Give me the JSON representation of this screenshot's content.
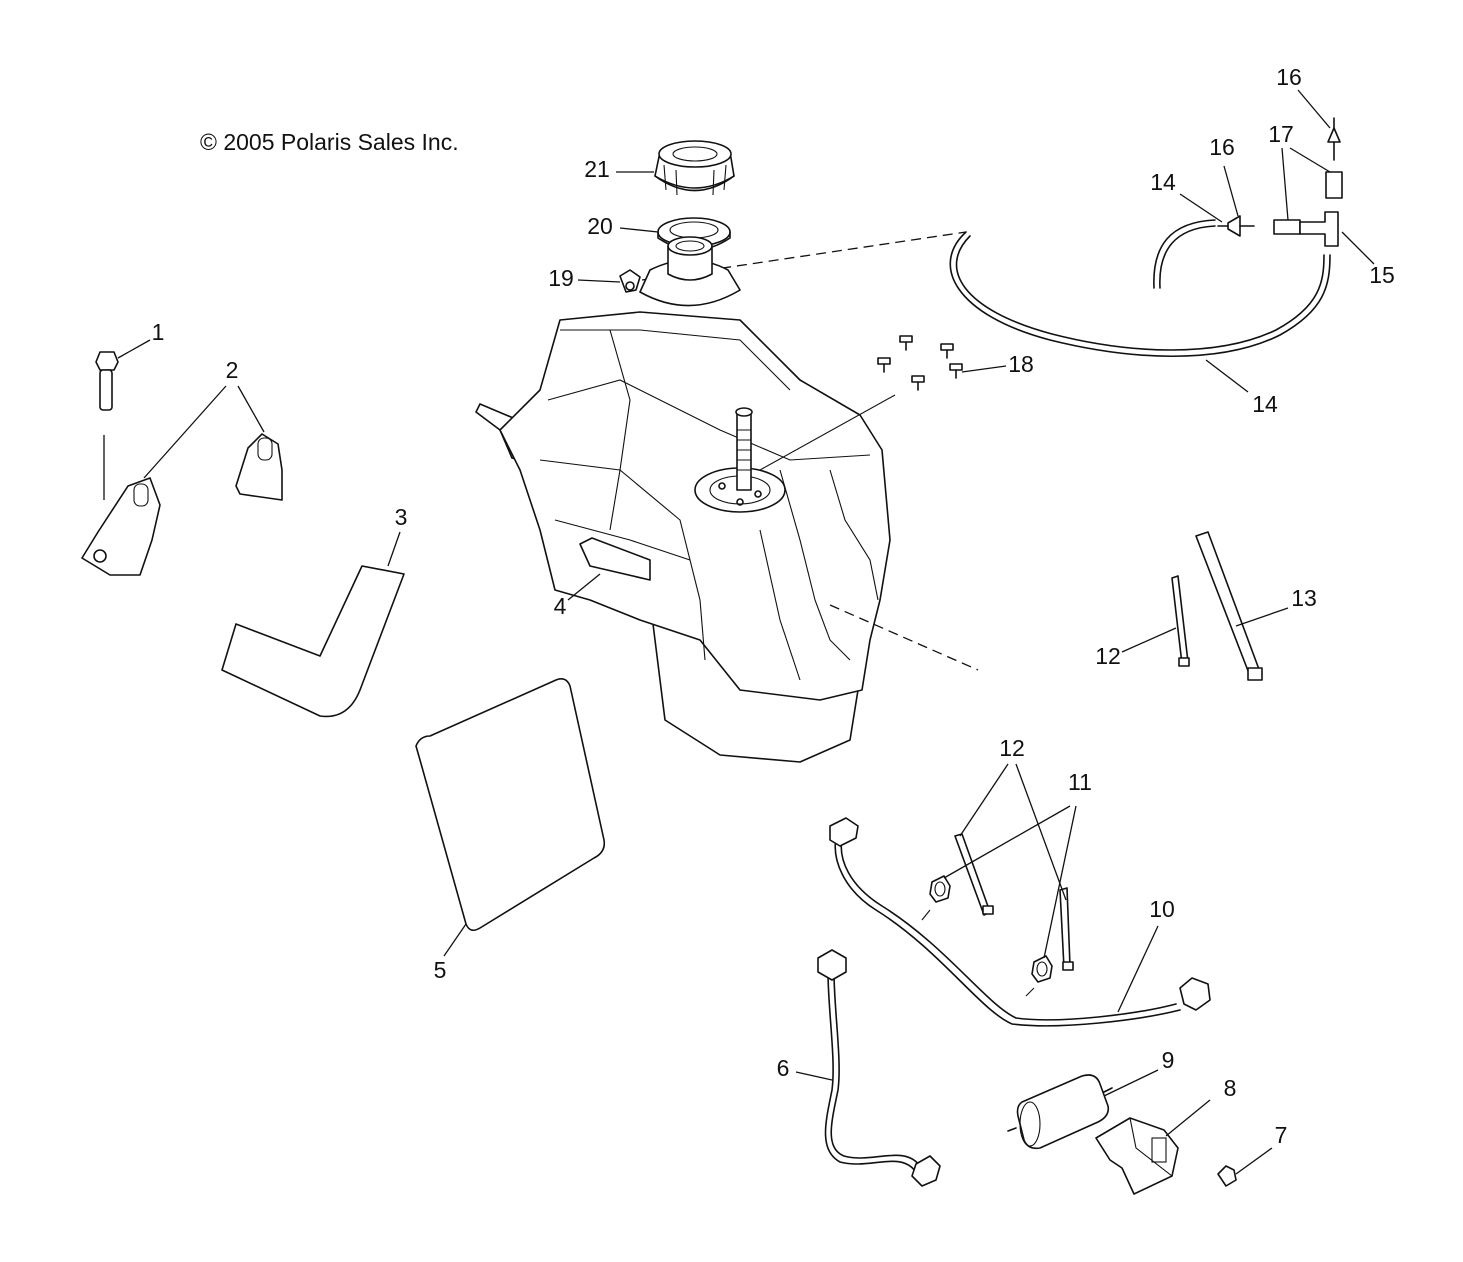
{
  "copyright": "© 2005 Polaris Sales Inc.",
  "callouts": {
    "c1": "1",
    "c2": "2",
    "c3": "3",
    "c4": "4",
    "c5": "5",
    "c6": "6",
    "c7": "7",
    "c8": "8",
    "c9": "9",
    "c10": "10",
    "c11": "11",
    "c12a": "12",
    "c12b": "12",
    "c13": "13",
    "c14a": "14",
    "c14b": "14",
    "c15": "15",
    "c16a": "16",
    "c16b": "16",
    "c17": "17",
    "c18": "18",
    "c19": "19",
    "c20": "20",
    "c21": "21"
  }
}
